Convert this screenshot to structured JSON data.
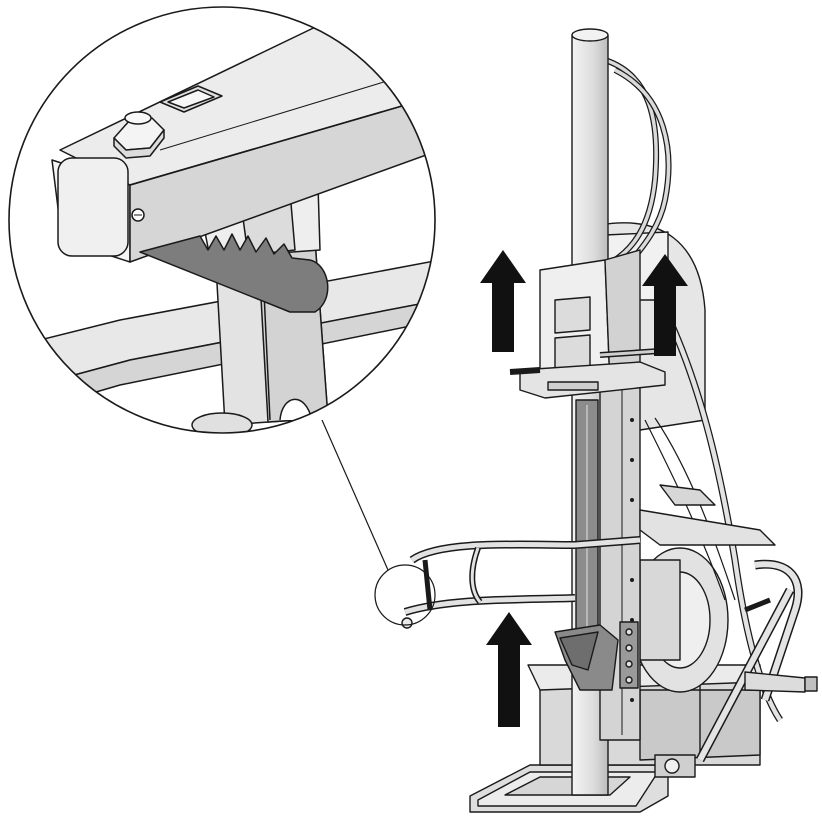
{
  "figure": {
    "subject": "log-splitter-assembly",
    "detail_view": "ratchet-height-adjustment-detail",
    "arrow_count": 3,
    "arrow_direction": "up",
    "colors": {
      "line": "#1a1a1a",
      "metal_light": "#e9e9e9",
      "metal_mid": "#d2d2d2",
      "metal_dark": "#a8a8a8",
      "ratchet": "#7d7d7d",
      "wedge": "#8a8a8a",
      "arrow": "#111111"
    }
  }
}
